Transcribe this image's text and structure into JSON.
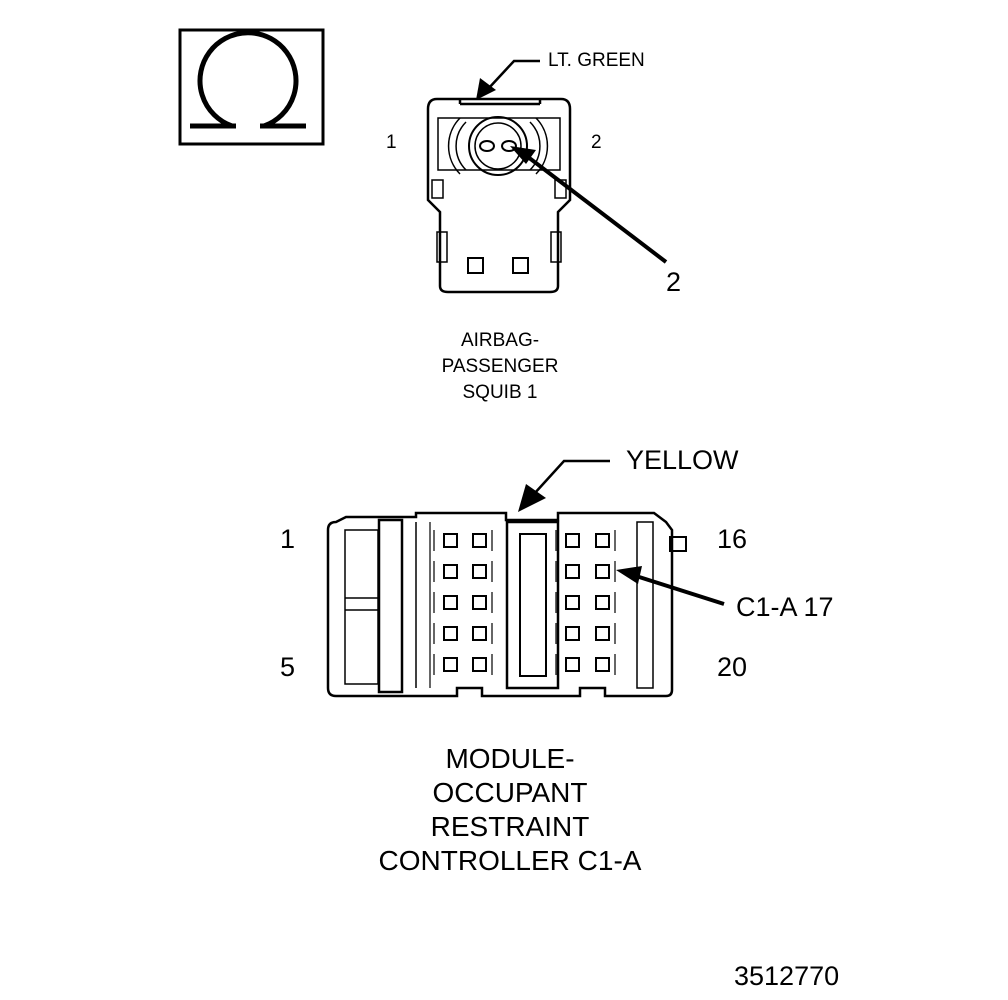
{
  "symbol": {
    "icon": "ohm-symbol-icon"
  },
  "connector_top": {
    "color_label": "LT. GREEN",
    "pin_left": "1",
    "pin_right": "2",
    "callout": "2",
    "title_lines": [
      "AIRBAG-",
      "PASSENGER",
      "SQUIB 1"
    ]
  },
  "connector_bottom": {
    "color_label": "YELLOW",
    "pin_top_left": "1",
    "pin_bottom_left": "5",
    "pin_top_right": "16",
    "pin_bottom_right": "20",
    "callout": "C1-A 17",
    "title_lines": [
      "MODULE-",
      "OCCUPANT",
      "RESTRAINT",
      "CONTROLLER C1-A"
    ]
  },
  "figure_number": "3512770",
  "colors": {
    "line": "#000000",
    "background": "#ffffff"
  }
}
